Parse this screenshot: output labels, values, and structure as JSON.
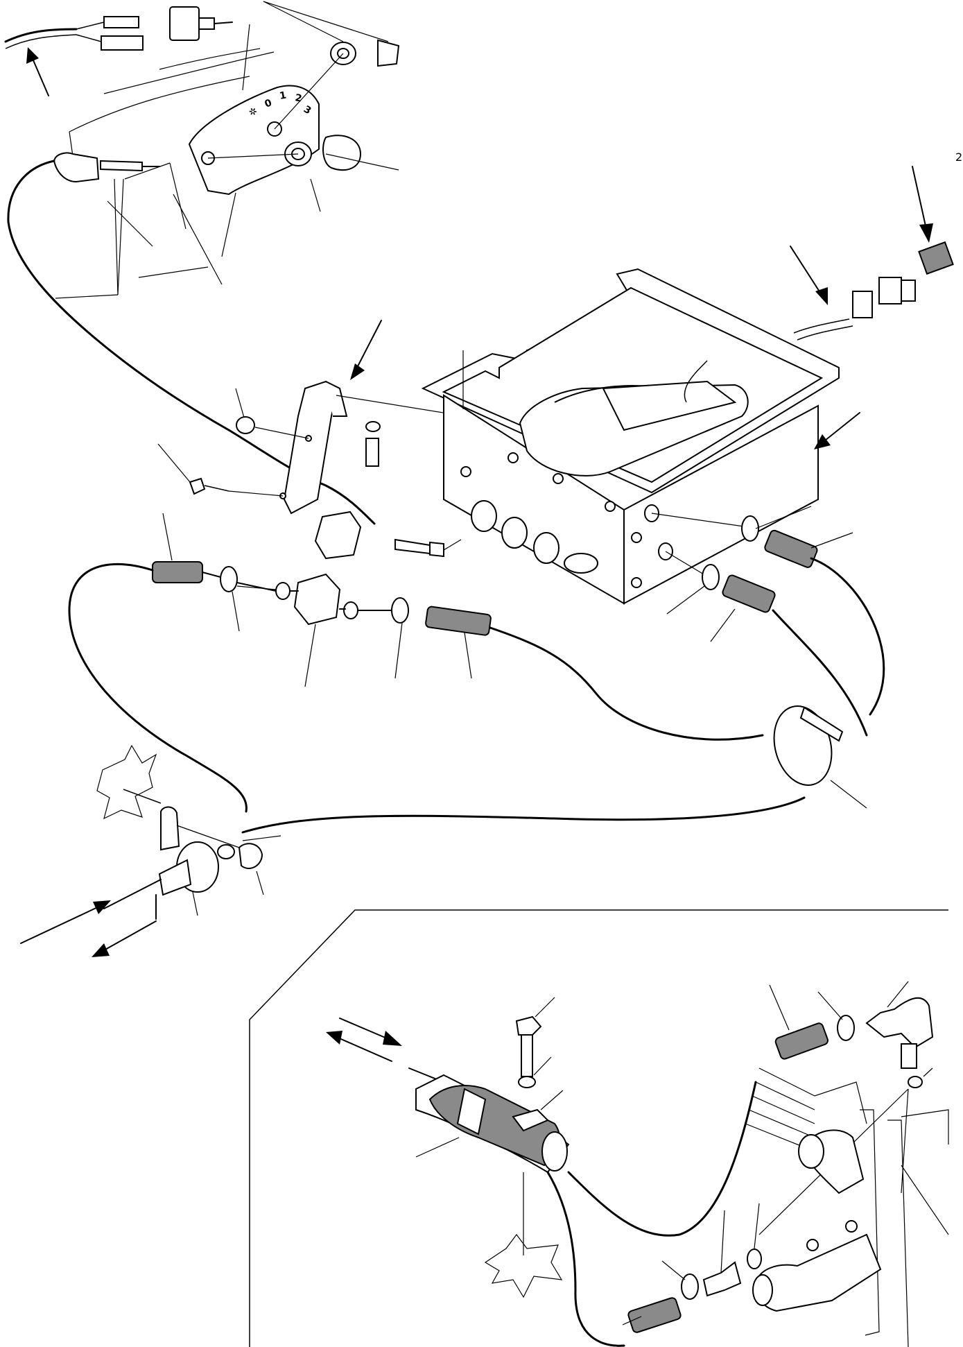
{
  "page_marker": "2",
  "fan_dial_scale": {
    "marks": [
      "0",
      "1",
      "2",
      "3"
    ],
    "fan_icon": "fan-icon"
  },
  "flow_arrows": [
    "arrow-in",
    "arrow-out"
  ]
}
